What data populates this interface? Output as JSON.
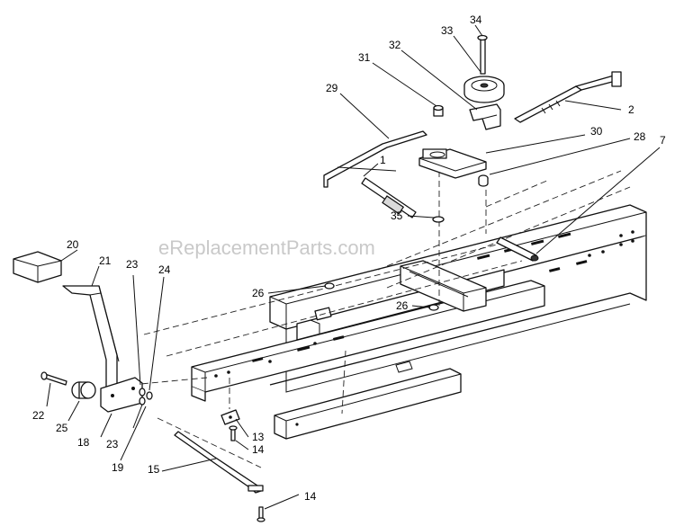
{
  "watermark": "eReplacementParts.com",
  "callouts": [
    "34",
    "33",
    "32",
    "31",
    "29",
    "2",
    "30",
    "28",
    "1",
    "7",
    "35",
    "20",
    "21",
    "23",
    "24",
    "26",
    "26",
    "22",
    "25",
    "18",
    "23",
    "19",
    "15",
    "13",
    "14",
    "14"
  ]
}
